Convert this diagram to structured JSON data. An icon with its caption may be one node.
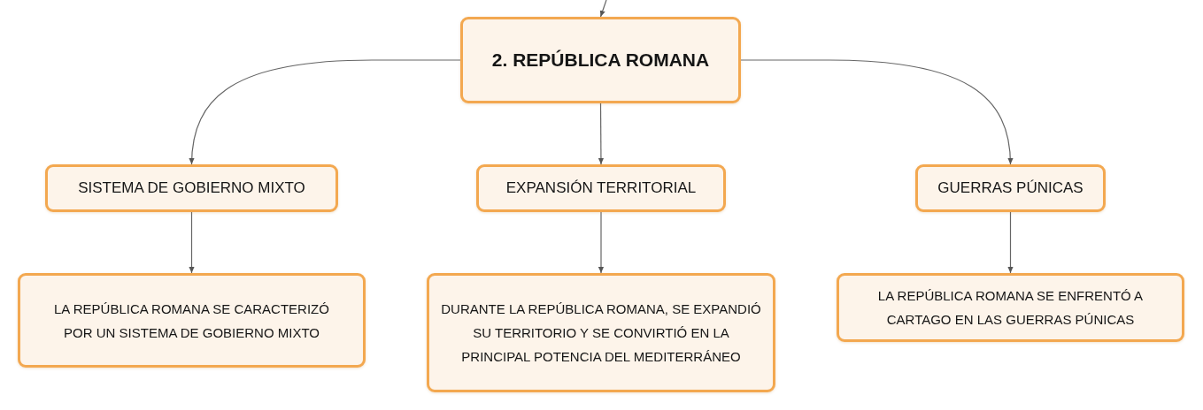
{
  "diagram": {
    "nodes": [
      {
        "text": [
          "2. REPÚBLICA ROMANA"
        ]
      },
      {
        "text": [
          "SISTEMA DE GOBIERNO MIXTO"
        ]
      },
      {
        "text": [
          "EXPANSIÓN TERRITORIAL"
        ]
      },
      {
        "text": [
          "GUERRAS PÚNICAS"
        ]
      },
      {
        "text": [
          "LA REPÚBLICA ROMANA SE CARACTERIZÓ POR UN SISTEMA DE GOBIERNO MIXTO"
        ]
      },
      {
        "text": [
          "DURANTE LA REPÚBLICA ROMANA, SE EXPANDIÓ SU TERRITORIO Y SE CONVIRTIÓ EN LA PRINCIPAL POTENCIA DEL MEDITERRÁNEO"
        ]
      },
      {
        "text": [
          "LA REPÚBLICA ROMANA SE ENFRENTÓ A CARTAGO EN LAS GUERRAS PÚNICAS"
        ]
      }
    ],
    "edges": [
      {
        "from": null,
        "to": 0,
        "arrow": "to"
      },
      {
        "from": 0,
        "to": 1,
        "arrow": "to"
      },
      {
        "from": 0,
        "to": 2,
        "arrow": "to"
      },
      {
        "from": 0,
        "to": 3,
        "arrow": "to"
      },
      {
        "from": 1,
        "to": 4,
        "arrow": "to"
      },
      {
        "from": 2,
        "to": 5,
        "arrow": "to"
      },
      {
        "from": 3,
        "to": 6,
        "arrow": "to"
      }
    ]
  }
}
